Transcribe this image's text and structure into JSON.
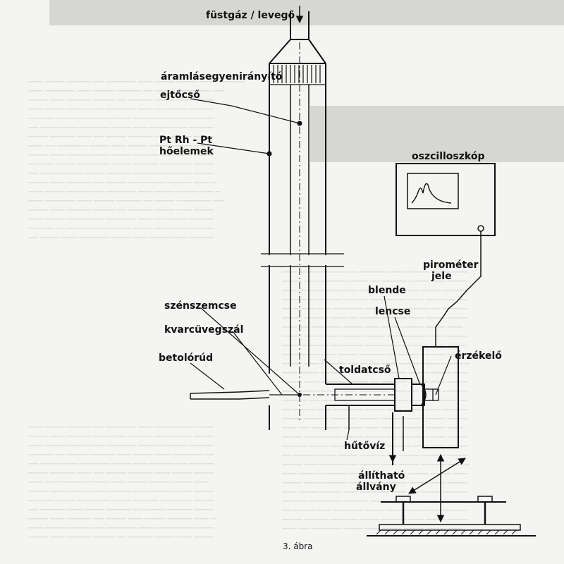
{
  "labels": {
    "flue_gas": "füstgáz / levegő",
    "flow_straightener": "áramlásegyenirányító",
    "nozzle": "ejtőcső",
    "thermocouple_line1": "Pt Rh - Pt",
    "thermocouple_line2": "hőelemek",
    "oscilloscope": "oszcilloszkóp",
    "pyrometer_line1": "pirométer",
    "pyrometer_line2": "jele",
    "aperture": "blende",
    "lens": "lencse",
    "coal_particle": "szénszemcse",
    "quartz_fiber": "kvarcüvegszál",
    "insert_rod": "betolórúd",
    "extension_tube": "toldatcső",
    "detector": "érzékelő",
    "cooling_water": "hűtővíz",
    "adjustable_line1": "állítható",
    "adjustable_line2": "állvány"
  },
  "caption": "3. ábra",
  "colors": {
    "ink": "#111111",
    "paper": "#f4f4f2",
    "bleed": "#c9c9c6"
  }
}
